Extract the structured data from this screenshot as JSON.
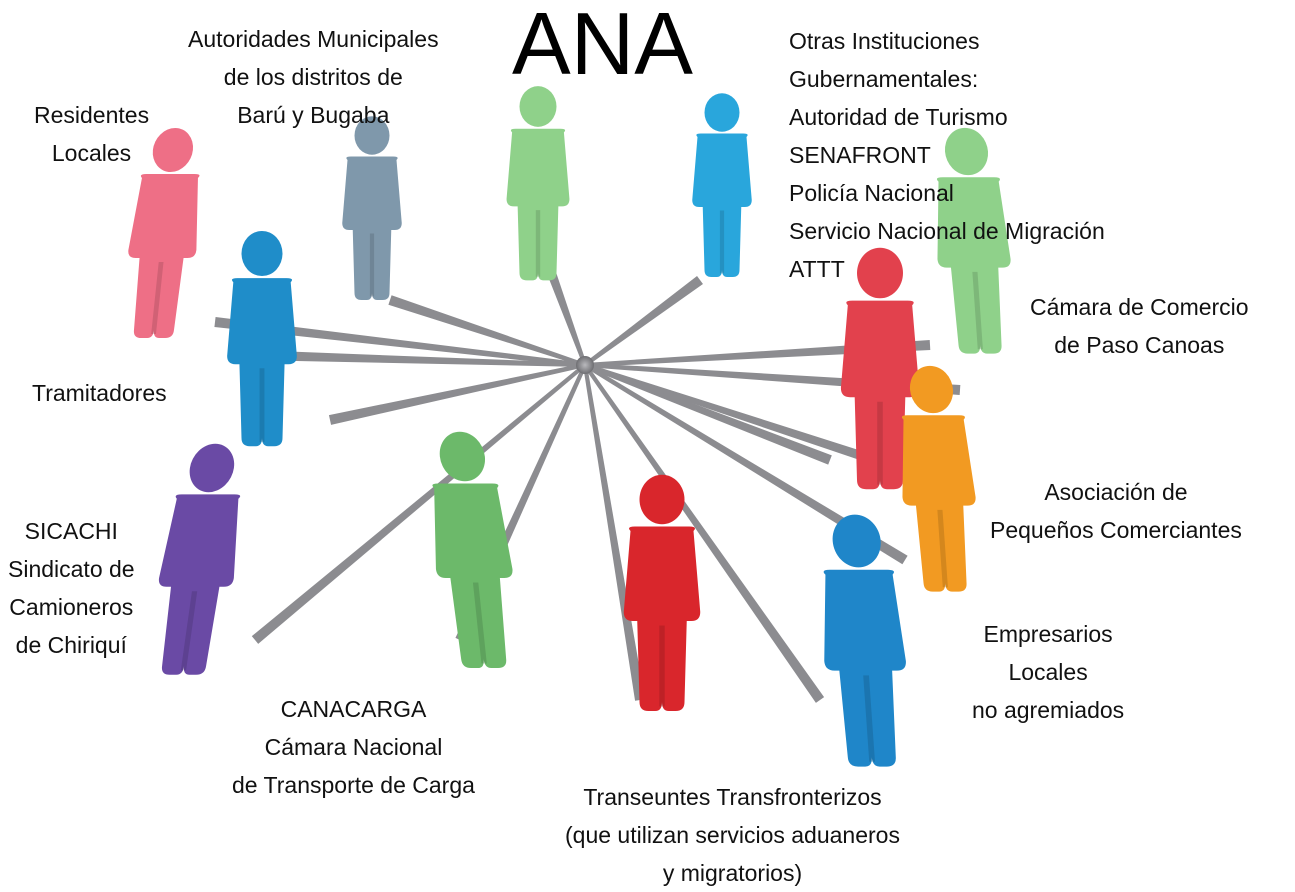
{
  "title": "ANA",
  "hub_color": "#8c8c90",
  "stakeholders": [
    {
      "key": "autoridades",
      "lines": [
        "Autoridades Municipales",
        "de los distritos de",
        "Barú y Bugaba"
      ],
      "color": "#7f98ab"
    },
    {
      "key": "residentes",
      "lines": [
        "Residentes",
        "Locales"
      ],
      "color": "#ee6f86"
    },
    {
      "key": "otras",
      "lines": [
        "Otras Instituciones",
        "Gubernamentales:",
        "Autoridad de Turismo",
        "SENAFRONT",
        "Policía Nacional",
        "Servicio Nacional de Migración",
        "ATTT"
      ],
      "color": "#29a6dc"
    },
    {
      "key": "camara_comercio",
      "lines": [
        "Cámara de Comercio",
        "de Paso Canoas"
      ],
      "color": "#e2414d"
    },
    {
      "key": "tramitadores",
      "lines": [
        "Tramitadores"
      ],
      "color": "#1f8dc9"
    },
    {
      "key": "asociacion",
      "lines": [
        "Asociación de",
        "Pequeños Comerciantes"
      ],
      "color": "#f29a22"
    },
    {
      "key": "sicachi",
      "lines": [
        "SICACHI",
        "Sindicato de",
        "Camioneros",
        "de Chiriquí"
      ],
      "color": "#6a4aa5"
    },
    {
      "key": "empresarios",
      "lines": [
        "Empresarios",
        "Locales",
        "no agremiados"
      ],
      "color": "#1f86c9"
    },
    {
      "key": "canacarga",
      "lines": [
        "CANACARGA",
        "Cámara Nacional",
        "de Transporte de Carga"
      ],
      "color": "#6cb96a"
    },
    {
      "key": "transeuntes",
      "lines": [
        "Transeuntes Transfronterizos",
        "(que utilizan servicios aduaneros",
        "y migratorios)"
      ],
      "color": "#d9262c"
    }
  ],
  "extra_figures": [
    {
      "key": "center_top",
      "color": "#8fd18a"
    },
    {
      "key": "right_green",
      "color": "#8fd18a"
    }
  ]
}
